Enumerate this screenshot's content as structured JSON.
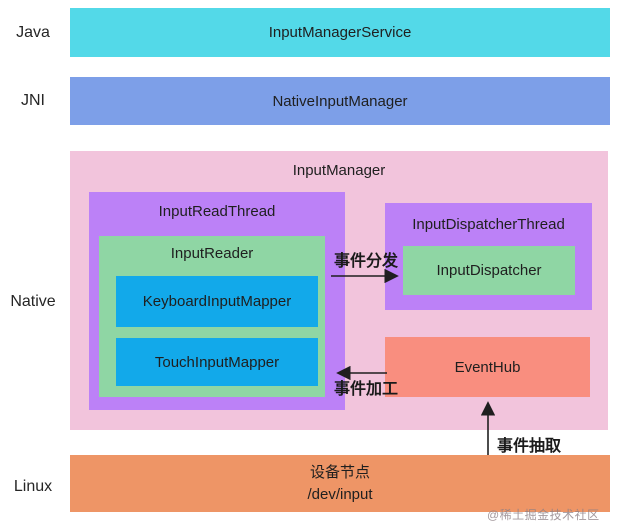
{
  "layers": {
    "java": {
      "label": "Java"
    },
    "jni": {
      "label": "JNI"
    },
    "native": {
      "label": "Native"
    },
    "linux": {
      "label": "Linux"
    }
  },
  "java_box": {
    "title": "InputManagerService"
  },
  "jni_box": {
    "title": "NativeInputManager"
  },
  "native_box": {
    "title": "InputManager",
    "input_read_thread": {
      "title": "InputReadThread",
      "input_reader": {
        "title": "InputReader",
        "mappers": [
          "KeyboardInputMapper",
          "TouchInputMapper"
        ]
      }
    },
    "input_dispatcher_thread": {
      "title": "InputDispatcherThread",
      "input_dispatcher": {
        "title": "InputDispatcher"
      }
    },
    "event_hub": {
      "title": "EventHub"
    }
  },
  "linux_box": {
    "line1": "设备节点",
    "line2": "/dev/input"
  },
  "arrows": {
    "event_dispatch": {
      "label": "事件分发"
    },
    "event_process": {
      "label": "事件加工"
    },
    "event_extract": {
      "label": "事件抽取"
    }
  },
  "watermark": "@稀土掘金技术社区",
  "colors": {
    "java_bar": "#53d9e8",
    "jni_bar": "#7d9fe8",
    "native_container": "#f2c4dc",
    "thread_box": "#bc81f7",
    "reader_box": "#8fd6a4",
    "mapper_box": "#12a9ea",
    "event_hub": "#f98e7f",
    "linux_bar": "#ee9566",
    "text": "#1f1f1f",
    "arrow": "#1f1f1f"
  }
}
